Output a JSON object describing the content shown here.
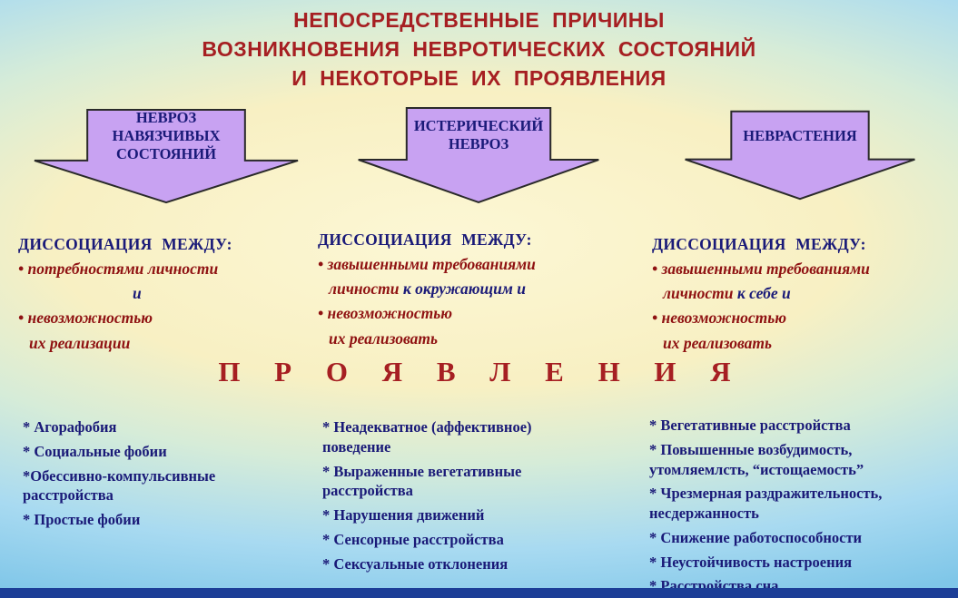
{
  "title": {
    "line1": "НЕПОСРЕДСТВЕННЫЕ ПРИЧИНЫ",
    "line2": "ВОЗНИКНОВЕНИЯ НЕВРОТИЧЕСКИХ СОСТОЯНИЙ",
    "line3": "И НЕКОТОРЫЕ ИХ ПРОЯВЛЕНИЯ"
  },
  "arrows": [
    {
      "label": "НЕВРОЗ\nНАВЯЗЧИВЫХ\nСОСТОЯНИЙ"
    },
    {
      "label": "ИСТЕРИЧЕСКИЙ\nНЕВРОЗ"
    },
    {
      "label": "НЕВРАСТЕНИЯ"
    }
  ],
  "dissociation": {
    "col1": {
      "header": "ДИССОЦИАЦИЯ МЕЖДУ:",
      "line1": "• потребностями личности",
      "line2": "и",
      "line3": "• невозможностью",
      "line4": "их реализации"
    },
    "col2": {
      "header": "ДИССОЦИАЦИЯ МЕЖДУ:",
      "line1": "• завышенными требованиями",
      "line2_red": "личности ",
      "line2_blue": "к окружающим и",
      "line3": "• невозможностью",
      "line4": "их реализовать"
    },
    "col3": {
      "header": "ДИССОЦИАЦИЯ МЕЖДУ:",
      "line1": "• завышенными требованиями",
      "line2_red": "личности ",
      "line2_blue": "к себе и",
      "line3": "• невозможностью",
      "line4": "их реализовать"
    }
  },
  "manifestations": {
    "heading": "П Р О Я В Л Е Н И Я",
    "col1": [
      "* Агорафобия",
      "* Социальные фобии",
      "*Обессивно-компульсивные расстройства",
      "* Простые фобии"
    ],
    "col2": [
      "* Неадекватное (аффективное) поведение",
      "* Выраженные вегетативные расстройства",
      "* Нарушения движений",
      "* Сенсорные расстройства",
      "* Сексуальные отклонения"
    ],
    "col3": [
      "* Вегетативные расстройства",
      "* Повышенные возбудимость, утомляемлсть, “истощаемость”",
      "* Чрезмерная раздражительность, несдержанность",
      "* Снижение работоспособности",
      "* Неустойчивость настроения",
      "* Расстройства сна"
    ]
  },
  "colors": {
    "title_red": "#a61f22",
    "navy_text": "#1a1a78",
    "maroon_text": "#8f1212",
    "arrow_fill": "#c8a2f2",
    "bottom_bar": "#1c3e97"
  }
}
